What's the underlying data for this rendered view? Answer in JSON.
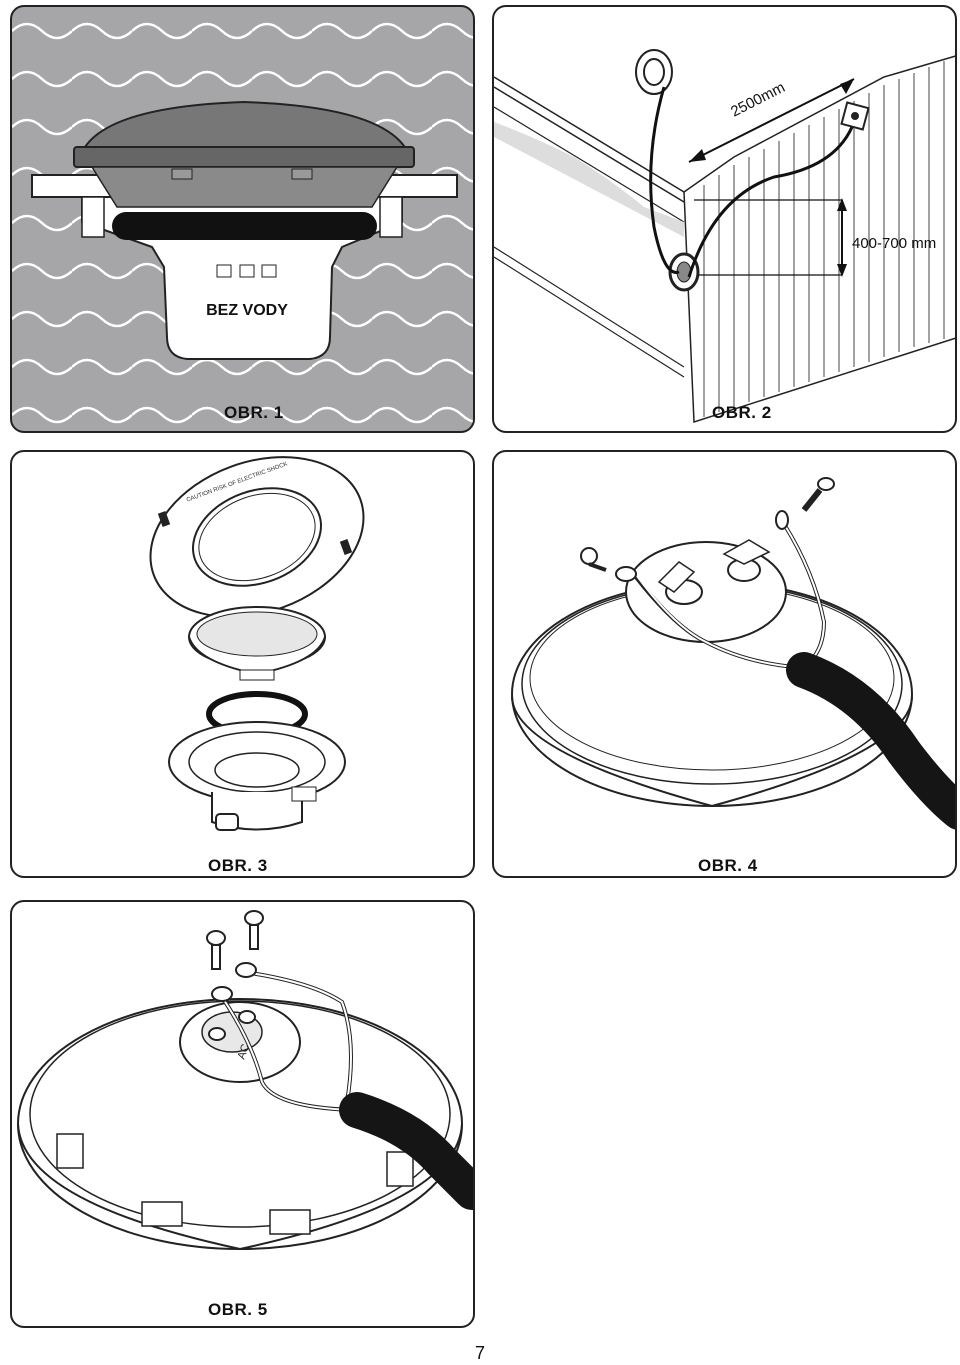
{
  "page_number": "7",
  "figures": [
    {
      "caption": "OBR. 1",
      "label": "BEZ VODY"
    },
    {
      "caption": "OBR. 2",
      "dim_length": "2500mm",
      "dim_height": "400-700 mm"
    },
    {
      "caption": "OBR. 3",
      "ring_text": "CAUTION RISK OF ELECTRIC SHOCK"
    },
    {
      "caption": "OBR. 4"
    },
    {
      "caption": "OBR. 5",
      "terminal_text": "AC"
    }
  ],
  "colors": {
    "water": "#a6a6a8",
    "line": "#222222",
    "cable": "#151515"
  }
}
